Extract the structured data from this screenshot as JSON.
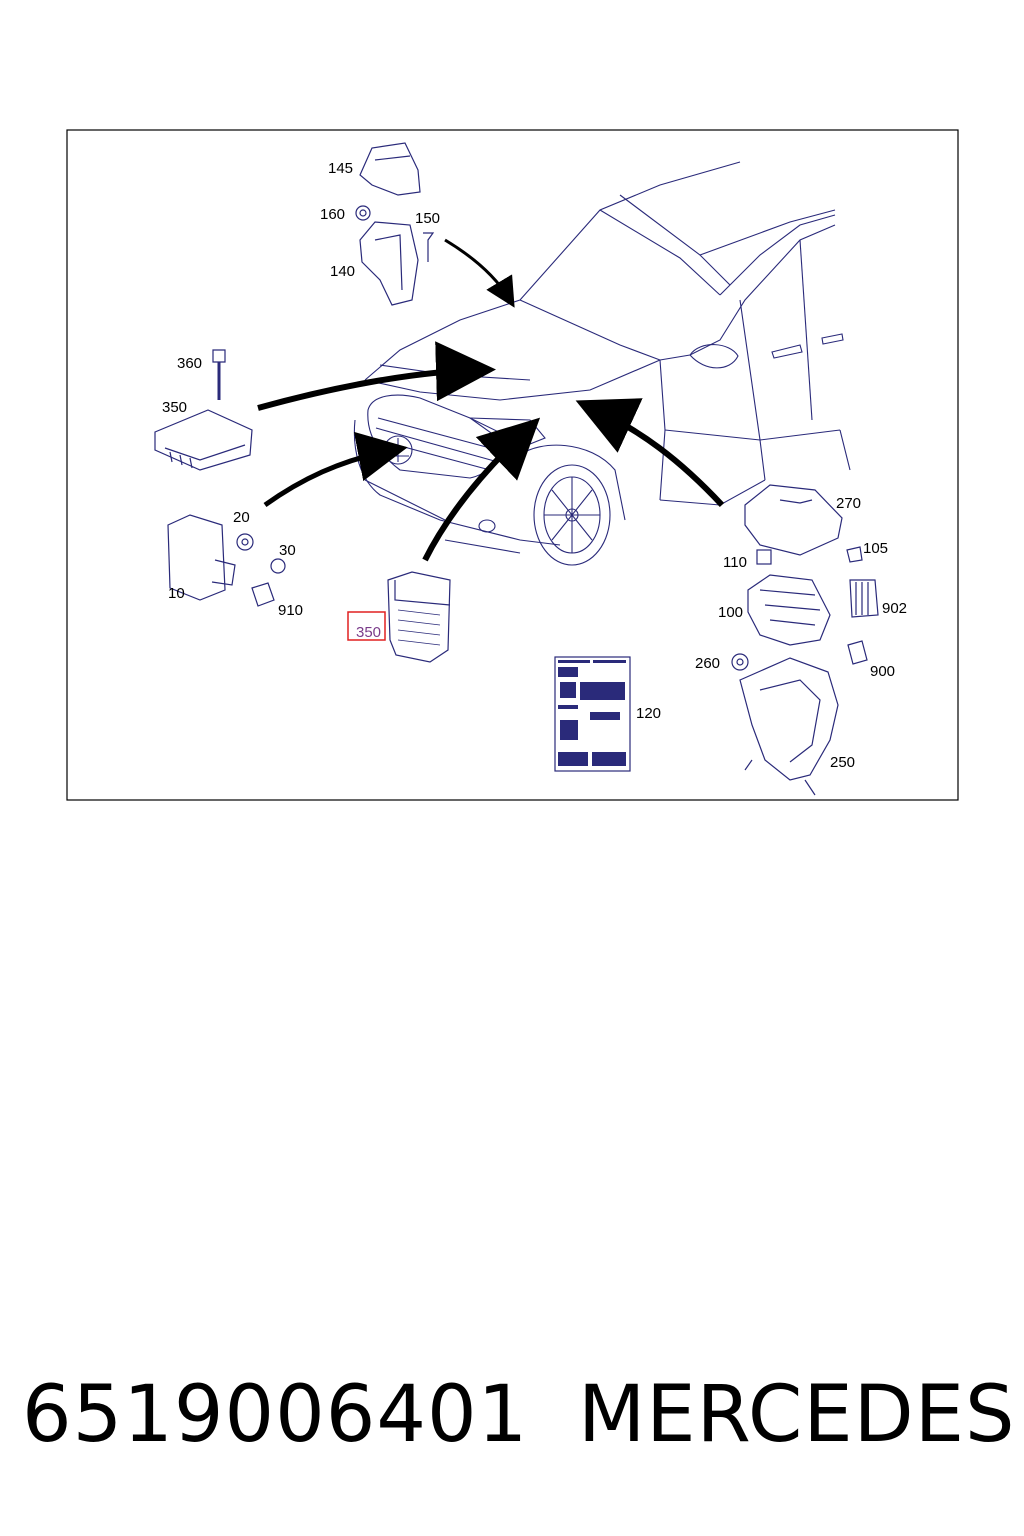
{
  "diagram": {
    "callouts": {
      "c145": "145",
      "c160": "160",
      "c150": "150",
      "c140": "140",
      "c360": "360",
      "c350a": "350",
      "c20": "20",
      "c30": "30",
      "c10": "10",
      "c910": "910",
      "c350b": "350",
      "c270": "270",
      "c105": "105",
      "c110": "110",
      "c100": "100",
      "c902": "902",
      "c260": "260",
      "c900": "900",
      "c120": "120",
      "c250": "250"
    },
    "highlight_color": "#e02020"
  },
  "footer": {
    "part_number": "6519006401",
    "brand": "MERCEDES"
  }
}
